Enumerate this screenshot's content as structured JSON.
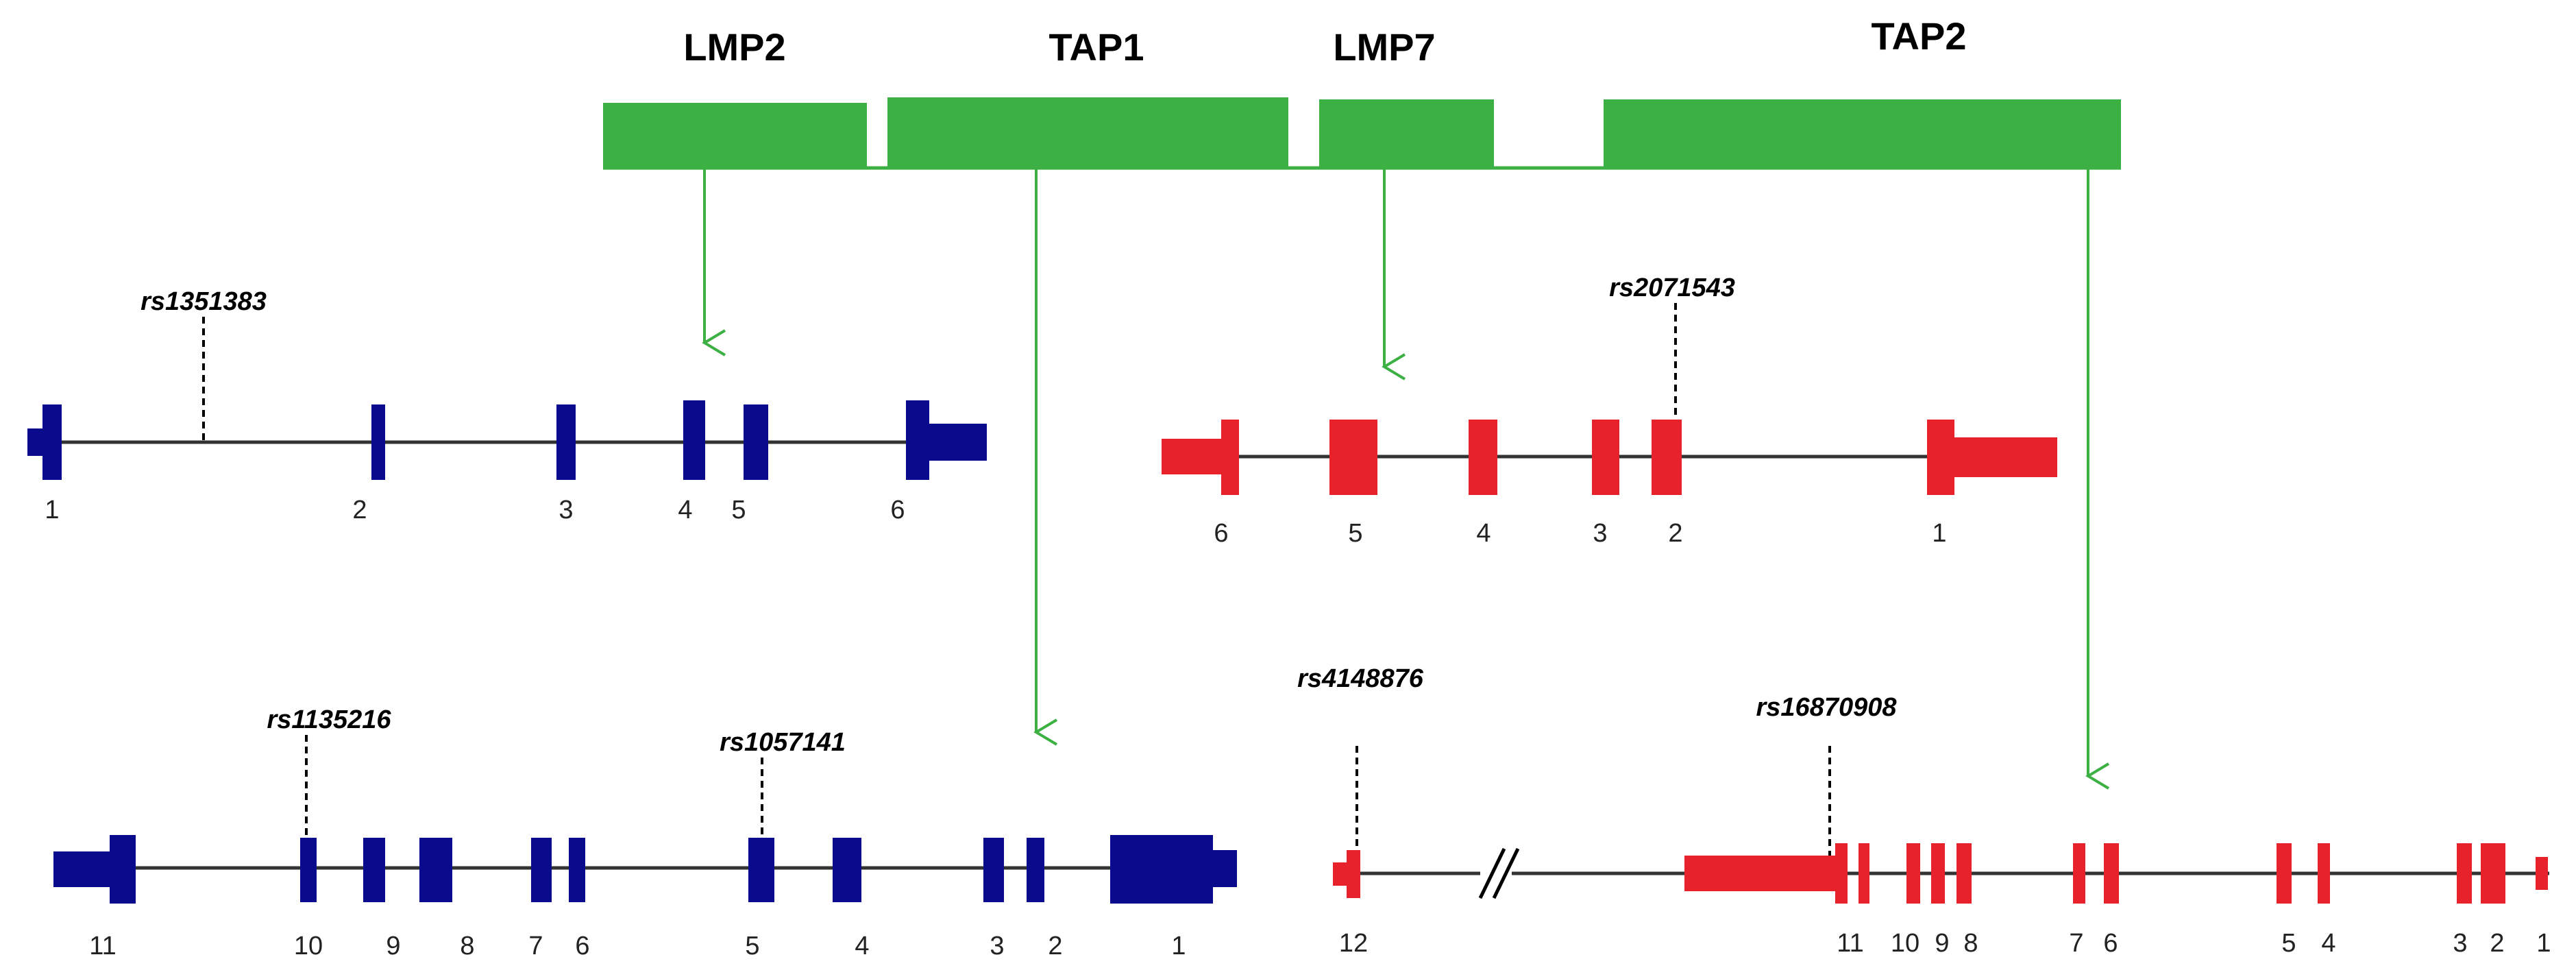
{
  "colors": {
    "region": "#3cb043",
    "arrow": "#3cb043",
    "forward_gene": "#0a0a8c",
    "reverse_gene": "#e8222a",
    "backbone": "#333333"
  },
  "locus": {
    "genes": [
      {
        "key": "lmp2",
        "label": "LMP2"
      },
      {
        "key": "tap1",
        "label": "TAP1"
      },
      {
        "key": "lmp7",
        "label": "LMP7"
      },
      {
        "key": "tap2",
        "label": "TAP2"
      }
    ]
  },
  "structures": {
    "lmp2": {
      "exon_labels": [
        "1",
        "2",
        "3",
        "4",
        "5",
        "6"
      ],
      "snps": [
        "rs1351383"
      ]
    },
    "lmp7": {
      "exon_labels": [
        "6",
        "5",
        "4",
        "3",
        "2",
        "1"
      ],
      "snps": [
        "rs2071543"
      ]
    },
    "tap1": {
      "exon_labels": [
        "11",
        "10",
        "9",
        "8",
        "7",
        "6",
        "5",
        "4",
        "3",
        "2",
        "1"
      ],
      "snps": [
        "rs1135216",
        "rs1057141"
      ]
    },
    "tap2": {
      "exon_labels": [
        "12",
        "11",
        "10",
        "9",
        "8",
        "7",
        "6",
        "5",
        "4",
        "3",
        "2",
        "1"
      ],
      "snps": [
        "rs4148876",
        "rs16870908"
      ]
    }
  }
}
